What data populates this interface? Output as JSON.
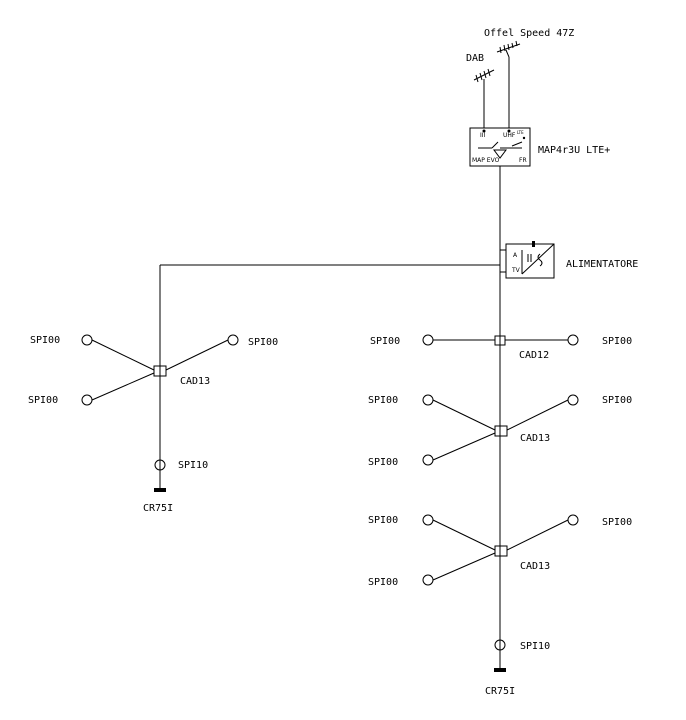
{
  "antennas": {
    "uhf": "Offel Speed 47Z",
    "dab": "DAB"
  },
  "amplifier": {
    "label": "MAP4r3U LTE+",
    "input_iii": "III",
    "input_uhf": "UHF",
    "brand": "MAP EVO",
    "fr": "FR",
    "filter": "LTE"
  },
  "power_supply": {
    "label": "ALIMENTATORE",
    "a": "A",
    "tv": "TV"
  },
  "left_branch": {
    "splitter": "CAD13",
    "outlet_tl": "SPI00",
    "outlet_tr": "SPI00",
    "outlet_bl": "SPI00",
    "end_outlet": "SPI10",
    "terminator": "CR75I"
  },
  "right_branch": {
    "tap1": {
      "label": "CAD12",
      "left": "SPI00",
      "right": "SPI00"
    },
    "tap2": {
      "label": "CAD13",
      "tl": "SPI00",
      "tr": "SPI00",
      "bl": "SPI00"
    },
    "tap3": {
      "label": "CAD13",
      "tl": "SPI00",
      "tr": "SPI00",
      "bl": "SPI00"
    },
    "end_outlet": "SPI10",
    "terminator": "CR75I"
  }
}
